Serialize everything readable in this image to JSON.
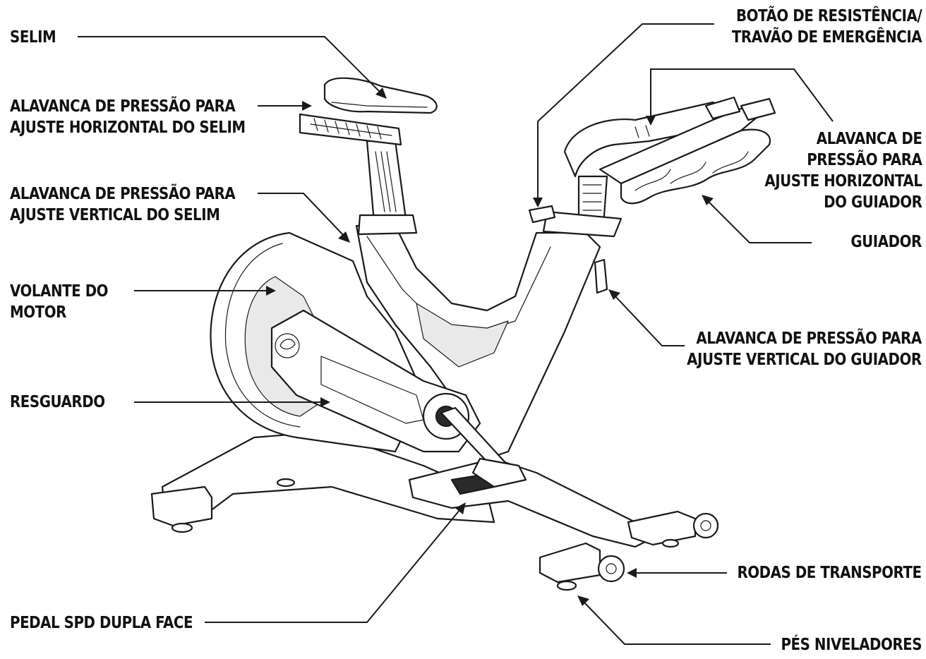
{
  "labels": {
    "selim": [
      "SELIM"
    ],
    "alavanca_horizontal_selim": [
      "ALAVANCA DE PRESSÃO PARA",
      "AJUSTE HORIZONTAL DO SELIM"
    ],
    "alavanca_vertical_selim": [
      "ALAVANCA DE PRESSÃO PARA",
      "AJUSTE VERTICAL DO SELIM"
    ],
    "volante_motor": [
      "VOLANTE DO",
      "MOTOR"
    ],
    "resguardo": [
      "RESGUARDO"
    ],
    "pedal_spd": [
      "PEDAL SPD DUPLA FACE"
    ],
    "botao_resistencia": [
      "BOTÃO DE RESISTÊNCIA/",
      "TRAVÃO DE EMERGÊNCIA"
    ],
    "alavanca_horizontal_guiador": [
      "ALAVANCA DE",
      "PRESSÃO PARA",
      "AJUSTE HORIZONTAL",
      "DO GUIADOR"
    ],
    "guiador": [
      "GUIADOR"
    ],
    "alavanca_vertical_guiador": [
      "ALAVANCA DE PRESSÃO PARA",
      "AJUSTE VERTICAL DO GUIADOR"
    ],
    "rodas_transporte": [
      "RODAS DE TRANSPORTE"
    ],
    "pes_niveladores": [
      "PÉS NIVELADORES"
    ]
  },
  "colors": {
    "ink": "#111111",
    "background": "#ffffff"
  }
}
